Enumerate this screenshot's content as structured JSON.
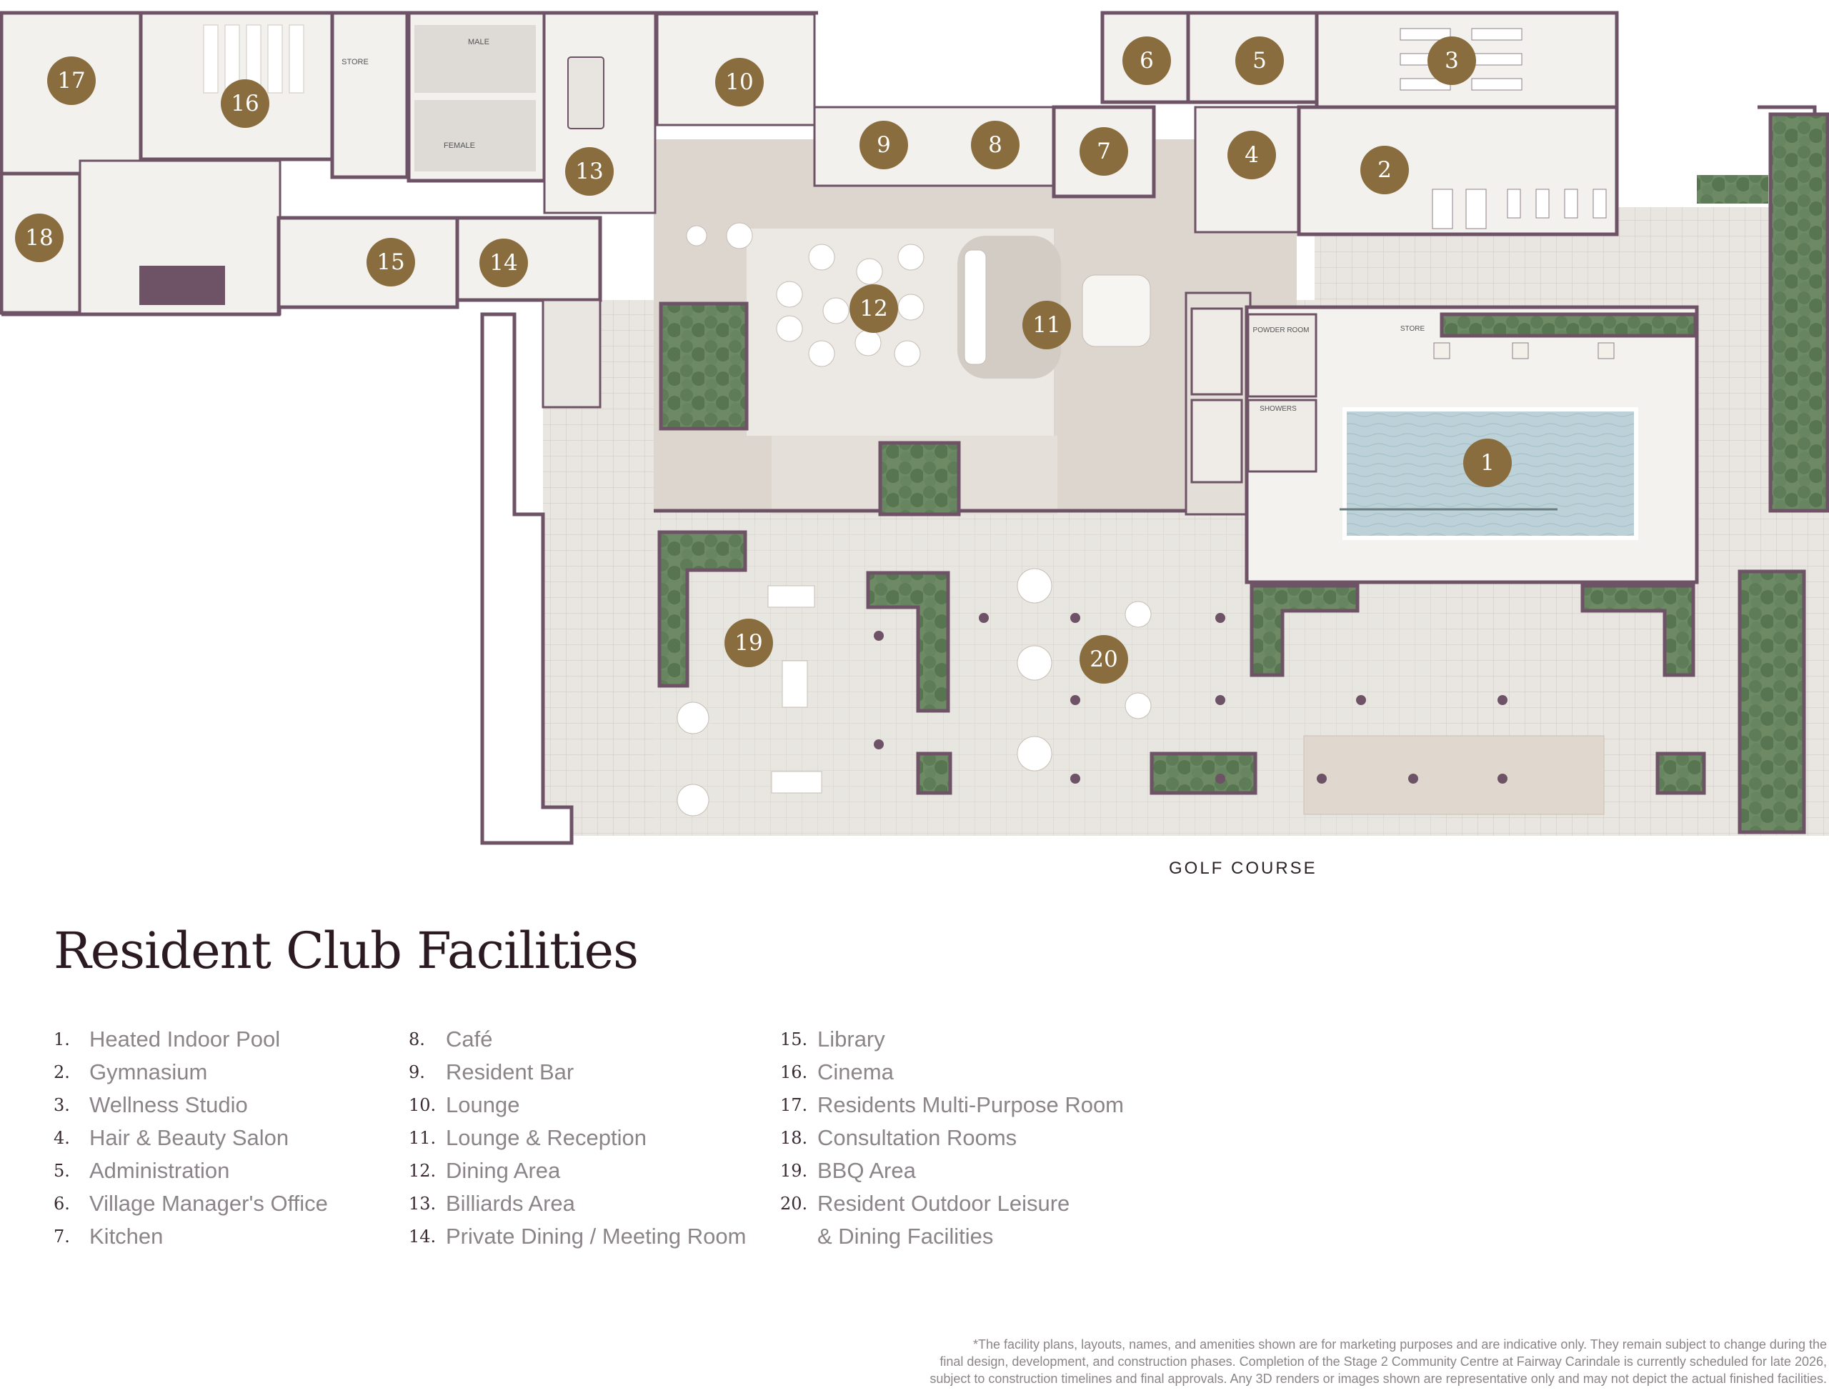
{
  "colors": {
    "wall": "#6e5266",
    "marker": "#8a6d3e",
    "floor": "#f2efeb",
    "tile": "#d9d4cf",
    "plaza": "#e8e5e1",
    "greenery": "#5f7e5a",
    "pool": "#b9cfd6"
  },
  "markers": [
    {
      "num": "1",
      "name": "marker-1-heated-indoor-pool"
    },
    {
      "num": "2",
      "name": "marker-2-gymnasium"
    },
    {
      "num": "3",
      "name": "marker-3-wellness-studio"
    },
    {
      "num": "4",
      "name": "marker-4-hair-beauty-salon"
    },
    {
      "num": "5",
      "name": "marker-5-administration"
    },
    {
      "num": "6",
      "name": "marker-6-village-managers-office"
    },
    {
      "num": "7",
      "name": "marker-7-kitchen"
    },
    {
      "num": "8",
      "name": "marker-8-cafe"
    },
    {
      "num": "9",
      "name": "marker-9-resident-bar"
    },
    {
      "num": "10",
      "name": "marker-10-lounge"
    },
    {
      "num": "11",
      "name": "marker-11-lounge-reception"
    },
    {
      "num": "12",
      "name": "marker-12-dining-area"
    },
    {
      "num": "13",
      "name": "marker-13-billiards-area"
    },
    {
      "num": "14",
      "name": "marker-14-private-dining"
    },
    {
      "num": "15",
      "name": "marker-15-library"
    },
    {
      "num": "16",
      "name": "marker-16-cinema"
    },
    {
      "num": "17",
      "name": "marker-17-multi-purpose-room"
    },
    {
      "num": "18",
      "name": "marker-18-consultation-rooms"
    },
    {
      "num": "19",
      "name": "marker-19-bbq-area"
    },
    {
      "num": "20",
      "name": "marker-20-outdoor-leisure"
    }
  ],
  "room_labels": {
    "store_1": "STORE",
    "male": "MALE",
    "female": "FEMALE",
    "powder_room": "POWDER ROOM",
    "showers": "SHOWERS",
    "store_2": "STORE"
  },
  "golf_course": "GOLF COURSE",
  "title": "Resident Club Facilities",
  "legend": {
    "col1": [
      {
        "num": "1.",
        "label": "Heated Indoor Pool"
      },
      {
        "num": "2.",
        "label": "Gymnasium"
      },
      {
        "num": "3.",
        "label": "Wellness Studio"
      },
      {
        "num": "4.",
        "label": "Hair & Beauty Salon"
      },
      {
        "num": "5.",
        "label": "Administration"
      },
      {
        "num": "6.",
        "label": "Village Manager's Office"
      },
      {
        "num": "7.",
        "label": "Kitchen"
      }
    ],
    "col2": [
      {
        "num": "8.",
        "label": "Café"
      },
      {
        "num": "9.",
        "label": "Resident Bar"
      },
      {
        "num": "10.",
        "label": "Lounge"
      },
      {
        "num": "11.",
        "label": "Lounge & Reception"
      },
      {
        "num": "12.",
        "label": "Dining Area"
      },
      {
        "num": "13.",
        "label": "Billiards Area"
      },
      {
        "num": "14.",
        "label": "Private Dining / Meeting Room"
      }
    ],
    "col3": [
      {
        "num": "15.",
        "label": "Library"
      },
      {
        "num": "16.",
        "label": "Cinema"
      },
      {
        "num": "17.",
        "label": "Residents Multi-Purpose Room"
      },
      {
        "num": "18.",
        "label": "Consultation Rooms"
      },
      {
        "num": "19.",
        "label": "BBQ Area"
      },
      {
        "num": "20.",
        "label": "Resident Outdoor Leisure"
      }
    ],
    "col3_continuation": "& Dining Facilities"
  },
  "disclaimer": {
    "line1": "*The facility plans, layouts, names, and amenities shown are for marketing purposes and are indicative only. They remain subject to change during the",
    "line2": "final design, development, and construction phases. Completion of the Stage 2 Community Centre at Fairway Carindale is currently scheduled for late 2026,",
    "line3": "subject to construction timelines and final approvals. Any 3D renders or images shown are representative only and may not depict the actual finished facilities."
  }
}
